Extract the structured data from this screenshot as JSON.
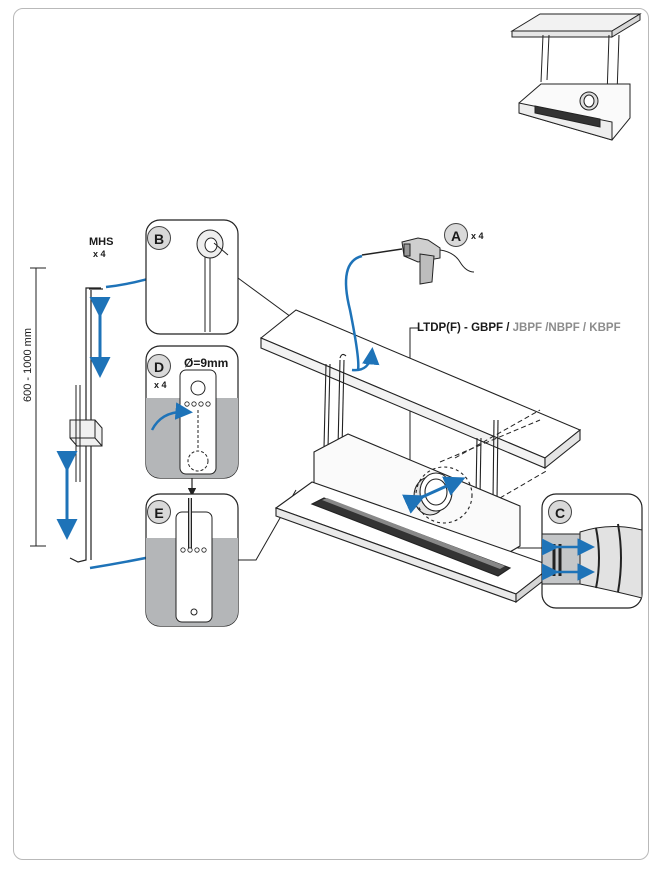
{
  "labels": {
    "mhs": "MHS",
    "mhs_count": "x 4",
    "dimension": "600 - 1000 mm",
    "drill_count": "x 4",
    "hole_diameter": "Ø=9mm",
    "bracket_count": "x 4",
    "model_primary": "LTDP(F) - GBPF",
    "model_sep": " / ",
    "model_secondary": "JBPF /NBPF / KBPF"
  },
  "callouts": [
    "A",
    "B",
    "C",
    "D",
    "E"
  ],
  "colors": {
    "arrow_blue": "#1e73b8",
    "detail_grey": "#b4b6b8",
    "line": "#222222",
    "frame": "#b9b9b9"
  },
  "icons": [
    "drill-icon",
    "threaded-rod-icon",
    "hanger-bracket-icon",
    "cassette-unit-icon",
    "duct-connector-icon"
  ]
}
